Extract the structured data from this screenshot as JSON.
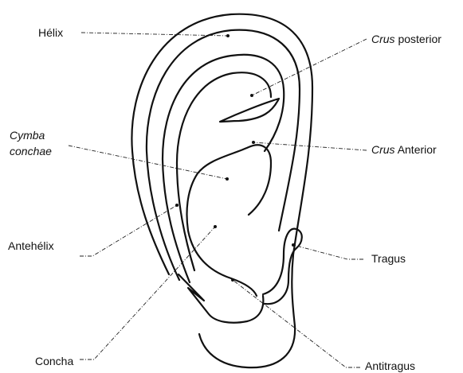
{
  "labels": {
    "helix": "Hélix",
    "crus_posterior_italic": "Crus",
    "crus_posterior_rest": "posterior",
    "crus_anterior_italic": "Crus",
    "crus_anterior_rest": "Anterior",
    "cymba_line1": "Cymba",
    "cymba_line2": "conchae",
    "antehelix": "Antehélix",
    "tragus": "Tragus",
    "concha": "Concha",
    "antitragus": "Antitragus"
  }
}
